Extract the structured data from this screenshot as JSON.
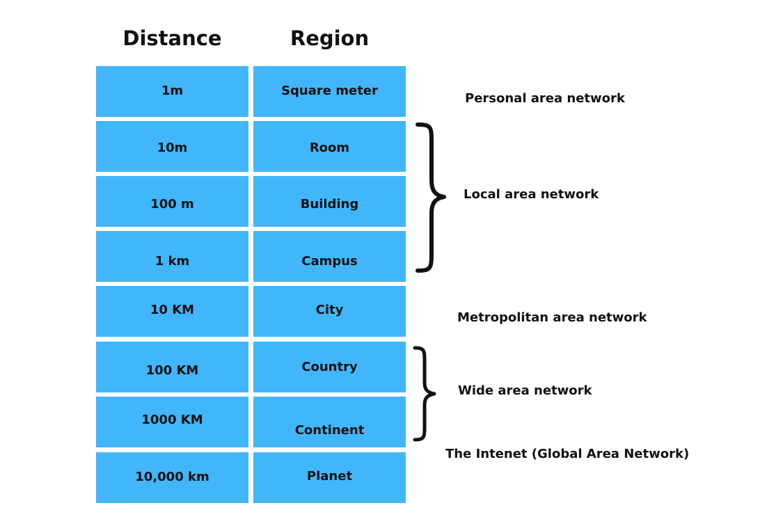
{
  "headers": {
    "distance": "Distance",
    "region": "Region"
  },
  "rows": [
    {
      "distance": "1m",
      "region": "Square meter"
    },
    {
      "distance": "10m",
      "region": "Room"
    },
    {
      "distance": "100 m",
      "region": "Building"
    },
    {
      "distance": "1 km",
      "region": "Campus"
    },
    {
      "distance": "10 KM",
      "region": "City"
    },
    {
      "distance": "100 KM",
      "region": "Country"
    },
    {
      "distance": "1000 KM",
      "region": "Continent"
    },
    {
      "distance": "10,000 km",
      "region": "Planet"
    }
  ],
  "networks": {
    "pan": "Personal area network",
    "lan": "Local area network",
    "man": "Metropolitan area network",
    "wan": "Wide area network",
    "gan": "The Intenet (Global Area Network)"
  },
  "colors": {
    "cell": "#42b6fb",
    "text": "#111111",
    "brace": "#111111"
  }
}
